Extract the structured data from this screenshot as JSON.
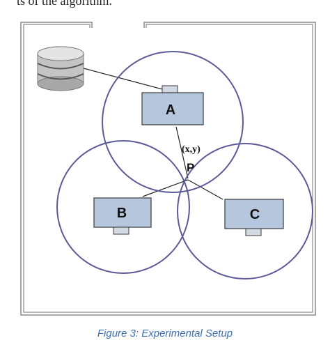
{
  "top_text": "ts of the algorithm.",
  "nodes": {
    "a": {
      "label": "A"
    },
    "b": {
      "label": "B"
    },
    "c": {
      "label": "C"
    }
  },
  "point": {
    "label": "P",
    "coords": "(x,y)"
  },
  "caption": "Figure 3: Experimental Setup",
  "colors": {
    "circle": "#5b5a96",
    "node_fill": "#b6c7dd",
    "node_stroke": "#3a3a3a",
    "room_wall": "#8a8a8a",
    "caption": "#3d6fb3"
  },
  "icons": [
    "database-icon"
  ]
}
